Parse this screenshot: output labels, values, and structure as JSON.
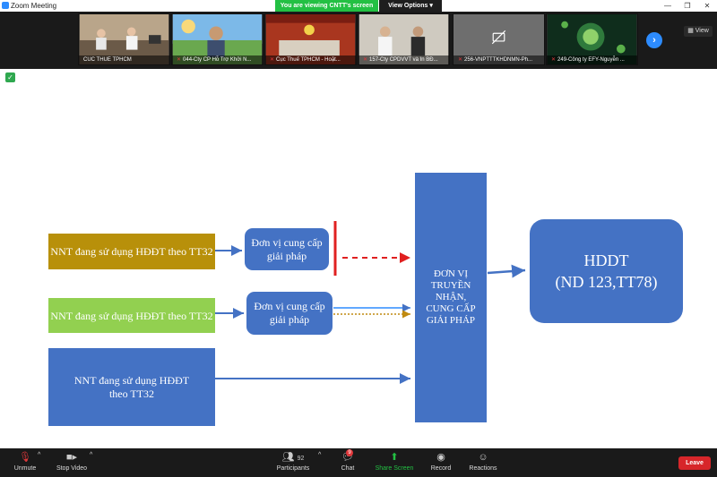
{
  "window": {
    "title": "Zoom Meeting",
    "viewing_banner": "You are viewing CNTT's screen",
    "view_options": "View Options",
    "min_glyph": "—",
    "max_glyph": "❐",
    "close_glyph": "✕"
  },
  "gallery": {
    "view_label": "View",
    "next_glyph": "›",
    "participants": [
      {
        "name": "CUC THUE TPHCM",
        "muted": false
      },
      {
        "name": "044-Cty CP Hỗ Trợ Khởi N...",
        "muted": true
      },
      {
        "name": "Cục Thuế TPHCM - Hoặt...",
        "muted": true
      },
      {
        "name": "157-Cty CPDVVT và In BĐ...",
        "muted": true
      },
      {
        "name": "256-VNPTTTKHDNMN-Ph...",
        "muted": true
      },
      {
        "name": "249-Công ty EFY-Nguyễn ...",
        "muted": true
      }
    ]
  },
  "slide": {
    "row1_nnt": "NNT đang sử dụng HĐĐT theo TT32",
    "row1_provider": "Đơn vị cung cấp giải pháp",
    "row2_nnt": "NNT đang sử dụng HĐĐT theo TT32",
    "row2_provider": "Đơn vị cung cấp giải pháp",
    "row3_nnt": "NNT đang sử dụng HĐĐT theo TT32",
    "transmitter": "ĐƠN VỊ TRUYỀN NHẬN, CUNG CẤP GIẢI PHÁP",
    "hddt_line1": "HDDT",
    "hddt_line2": "(ND 123,TT78)",
    "colors": {
      "gold": "#b8900a",
      "green": "#92d050",
      "blue": "#4472c4",
      "red": "#e02020"
    }
  },
  "toolbar": {
    "unmute": "Unmute",
    "stop_video": "Stop Video",
    "participants": "Participants",
    "participant_count": "92",
    "chat": "Chat",
    "chat_badge": "9",
    "share_screen": "Share Screen",
    "record": "Record",
    "reactions": "Reactions",
    "leave": "Leave"
  }
}
